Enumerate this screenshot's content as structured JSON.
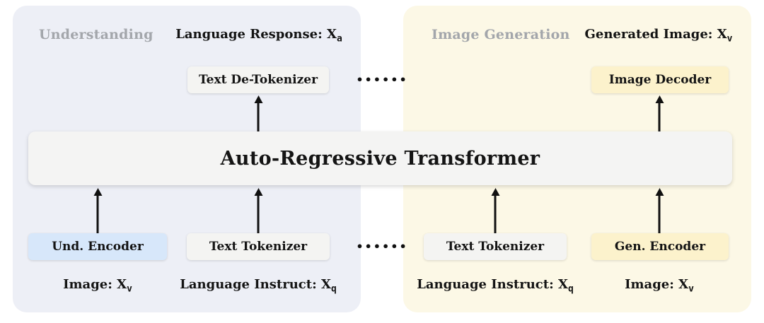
{
  "transformer": {
    "label": "Auto-Regressive Transformer"
  },
  "dots_top": "••••••",
  "dots_bottom": "••••••",
  "left_panel": {
    "title": "Understanding",
    "output": {
      "text": "Language Response: X",
      "sub": "a"
    },
    "top_box": "Text De-Tokenizer",
    "encoder_box": "Und. Encoder",
    "tokenizer_box": "Text Tokenizer",
    "input_image": {
      "text": "Image: X",
      "sub": "v"
    },
    "input_language": {
      "text": "Language Instruct: X",
      "sub": "q"
    }
  },
  "right_panel": {
    "title": "Image Generation",
    "output": {
      "text": "Generated Image: X",
      "sub": "v"
    },
    "top_box": "Image Decoder",
    "tokenizer_box": "Text Tokenizer",
    "encoder_box": "Gen. Encoder",
    "input_language": {
      "text": "Language Instruct: X",
      "sub": "q"
    },
    "input_image": {
      "text": "Image: X",
      "sub": "v"
    }
  },
  "colors": {
    "left_panel_bg": "#edeff6",
    "right_panel_bg": "#fcf8e6",
    "gray_box": "#f4f4f2",
    "blue_box": "#d7e7fa",
    "yellow_box": "#fcf2cc",
    "transformer_box": "#f4f4f3",
    "muted_title_text": "#a3a6ab",
    "arrow": "#111111"
  }
}
